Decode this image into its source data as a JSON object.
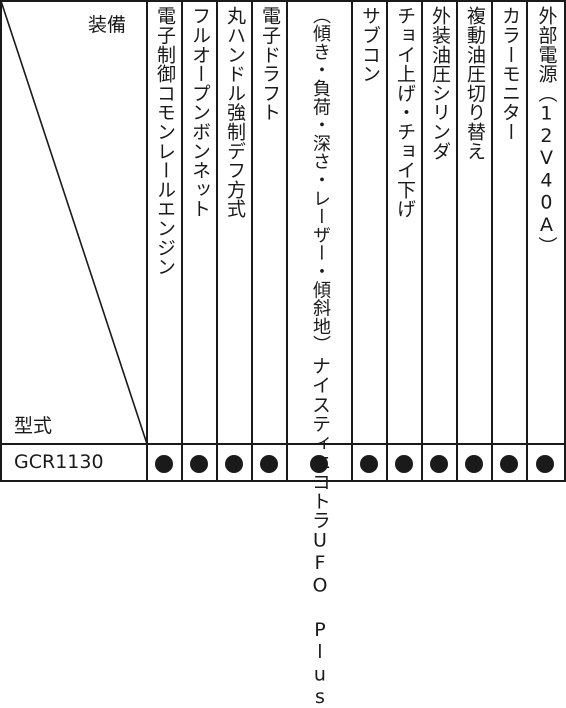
{
  "table": {
    "corner_top": "装備",
    "corner_bottom": "型式",
    "columns": [
      {
        "lines": [
          "電子制御コモンレールエンジン"
        ]
      },
      {
        "lines": [
          "フルオープンボンネット"
        ]
      },
      {
        "lines": [
          "丸ハンドル強制デフ方式"
        ]
      },
      {
        "lines": [
          "電子ドラフト"
        ]
      },
      {
        "lines": [
          "ナイスティエコトラUFO Plus",
          "（傾き・負荷・深さ・レーザー・傾斜地）"
        ]
      },
      {
        "lines": [
          "サブコン"
        ]
      },
      {
        "lines": [
          "チョイ上げ・チョイ下げ"
        ]
      },
      {
        "lines": [
          "外装油圧シリンダ"
        ]
      },
      {
        "lines": [
          "複動油圧切り替え"
        ]
      },
      {
        "lines": [
          "カラーモニター"
        ]
      },
      {
        "lines": [
          "外部電源（12V40A）"
        ]
      }
    ],
    "rows": [
      {
        "model": "GCR1130",
        "marks": [
          "●",
          "●",
          "●",
          "●",
          "●",
          "●",
          "●",
          "●",
          "●",
          "●",
          "●"
        ]
      }
    ]
  }
}
